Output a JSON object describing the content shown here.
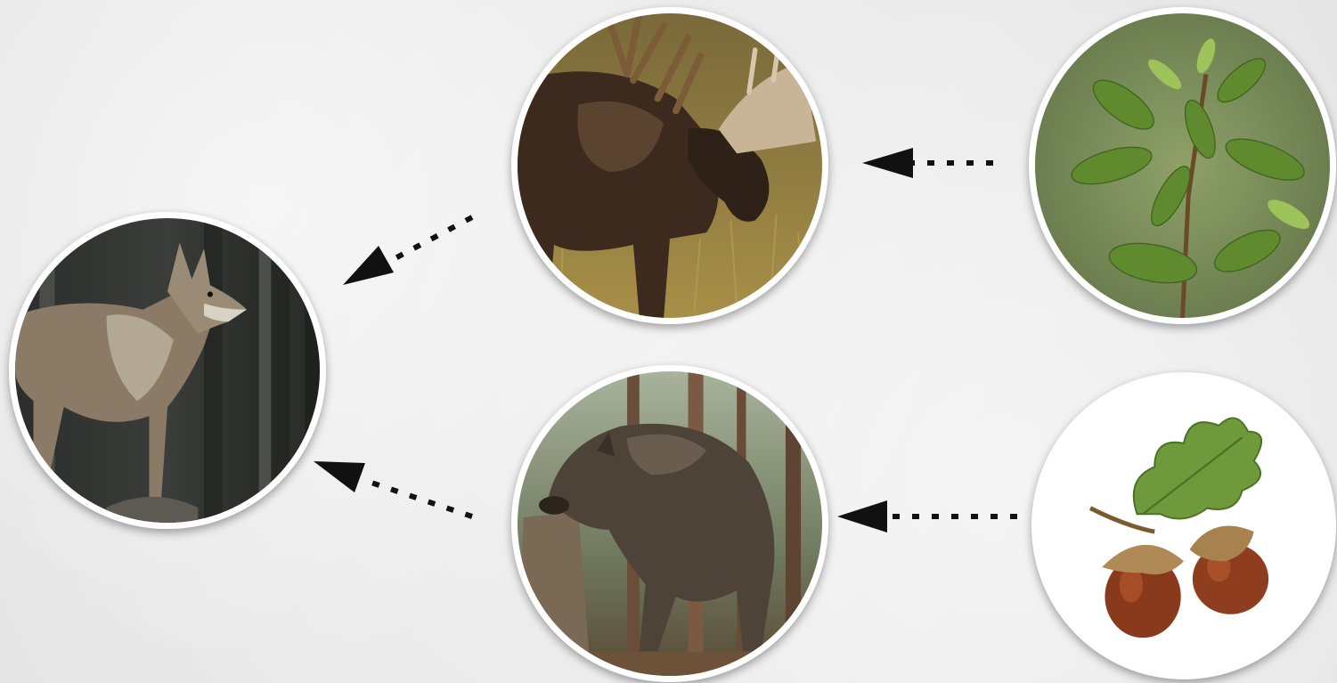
{
  "nodes": [
    {
      "id": "wolf",
      "icon": "wolf-photo"
    },
    {
      "id": "moose",
      "icon": "moose-photo"
    },
    {
      "id": "boar",
      "icon": "wild-boar-photo"
    },
    {
      "id": "willow",
      "icon": "willow-leaves-photo"
    },
    {
      "id": "acorn",
      "icon": "acorns-photo"
    }
  ],
  "edges": [
    {
      "from": "willow",
      "to": "moose"
    },
    {
      "from": "acorn",
      "to": "boar"
    },
    {
      "from": "moose",
      "to": "wolf"
    },
    {
      "from": "boar",
      "to": "wolf"
    }
  ],
  "colors": {
    "background": "#ececec",
    "frame": "#ffffff",
    "arrow": "#111111"
  }
}
